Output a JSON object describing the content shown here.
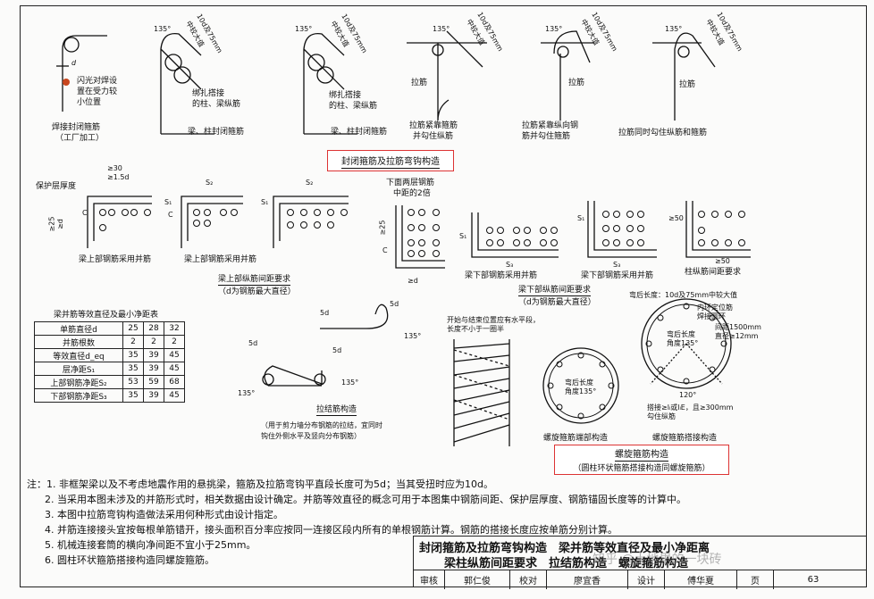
{
  "top": {
    "fig1_notes": [
      "闪光对焊设",
      "置在受力较",
      "小位置"
    ],
    "fig1_caption": [
      "焊接封闭箍筋",
      "（工厂加工）"
    ],
    "d_mark": "d",
    "angle": "135°",
    "hook_len": [
      "10d及75mm",
      "中较大值"
    ],
    "fig2_note": [
      "绑扎搭接",
      "的柱、梁纵筋"
    ],
    "fig2_caption": "梁、柱封闭箍筋",
    "fig3_note": [
      "绑扎搭接",
      "的柱、梁纵筋"
    ],
    "fig3_caption": "梁、柱封闭箍筋",
    "tie_label": "拉筋",
    "fig4_caption": [
      "拉筋紧靠箍筋",
      "并勾住纵筋"
    ],
    "fig5_caption": [
      "拉筋紧靠纵向钢",
      "筋并勾住箍筋"
    ],
    "fig6_caption": "拉筋同时勾住纵筋和箍筋",
    "section_title": "封闭箍筋及拉筋弯钩构造"
  },
  "mid": {
    "cover": "保护层厚度",
    "ge30": "≥30",
    "ge15d": "≥1.5d",
    "ge25": "≥25",
    "ged": "≥d",
    "c": "C",
    "s1": "S₁",
    "s2": "S₂",
    "s3": "S₃",
    "lower_two": [
      "下面两层钢筋",
      "中距的2倍"
    ],
    "ge50": "≥50",
    "ge50b": "≥50",
    "cap_top1": "梁上部钢筋采用并筋",
    "cap_top2": "梁上部钢筋采用并筋",
    "cap_bot1": "梁下部钢筋采用并筋",
    "cap_bot2": "梁下部钢筋采用并筋",
    "cap_col": "柱纵筋间距要求",
    "req_top": [
      "梁上部纵筋间距要求",
      "（d为钢筋最大直径）"
    ],
    "req_bot": [
      "梁下部纵筋间距要求",
      "（d为钢筋最大直径）"
    ]
  },
  "table": {
    "title": "梁并筋等效直径及最小净距表",
    "rows": [
      {
        "label": "单筋直径d",
        "v": [
          "25",
          "28",
          "32"
        ]
      },
      {
        "label": "并筋根数",
        "v": [
          "2",
          "2",
          "2"
        ]
      },
      {
        "label": "等效直径d_eq",
        "v": [
          "35",
          "39",
          "45"
        ]
      },
      {
        "label": "层净距S₁",
        "v": [
          "35",
          "39",
          "45"
        ]
      },
      {
        "label": "上部钢筋净距S₂",
        "v": [
          "53",
          "59",
          "68"
        ]
      },
      {
        "label": "下部钢筋净距S₃",
        "v": [
          "35",
          "39",
          "45"
        ]
      }
    ]
  },
  "tie": {
    "five_d": "5d",
    "angle": "135°",
    "title": "拉结筋构造",
    "desc": [
      "（用于剪力墙分布钢筋的拉结，宜同时",
      "钩住外侧水平及竖向分布钢筋）"
    ]
  },
  "spiral": {
    "start_end": [
      "开始与结束位置应有水平段，",
      "长度不小于一圈半"
    ],
    "hook_len": "弯后长度：10d及75mm中较大值",
    "inner_ring": [
      "内环定位筋",
      "焊接圆环",
      "间距1500mm",
      "直径≥12mm"
    ],
    "hook_angle": [
      "弯后长度",
      "角度135°"
    ],
    "end_angle": [
      "弯后长度",
      "角度135°"
    ],
    "deg120": "120°",
    "lap": [
      "搭接≥lₗ或lₗE，且≥300mm",
      "勾住纵筋"
    ],
    "cap_end": "螺旋箍筋端部构造",
    "cap_lap": "螺旋箍筋搭接构造",
    "section_title": "螺旋箍筋构造",
    "section_sub": "（圆柱环状箍筋搭接构造同螺旋箍筋）"
  },
  "notes": [
    "注：1. 非框架梁以及不考虑地震作用的悬挑梁，箍筋及拉筋弯钩平直段长度可为5d；当其受扭时应为10d。",
    "2. 当采用本图未涉及的并筋形式时，相关数据由设计确定。并筋等效直径的概念可用于本图集中钢筋间距、保护层厚度、钢筋锚固长度等的计算中。",
    "3. 本图中拉筋弯钩构造做法采用何种形式由设计指定。",
    "4. 并筋连接接头宜按每根单筋错开，接头面积百分率应按同一连接区段内所有的单根钢筋计算。钢筋的搭接长度应按单筋分别计算。",
    "5. 机械连接套筒的横向净间距不宜小于25mm。",
    "6. 圆柱环状箍筋搭接构造同螺旋箍筋。"
  ],
  "title_block": {
    "line1": "封闭箍筋及拉筋弯钩构造　梁并筋等效直径及最小净距离",
    "line2": "梁柱纵筋间距要求　拉结筋构造　螺旋箍筋构造",
    "row3": [
      "审核",
      "郭仁俊",
      "校对",
      "廖宜香",
      "设计",
      "傅华夏",
      "页",
      "63"
    ],
    "watermark": "知乎 @土地里的一块砖"
  },
  "colors": {
    "red_frame": "#d33",
    "ink": "#111",
    "weld_dot": "#c8461e",
    "paper": "#fbfbfa"
  }
}
